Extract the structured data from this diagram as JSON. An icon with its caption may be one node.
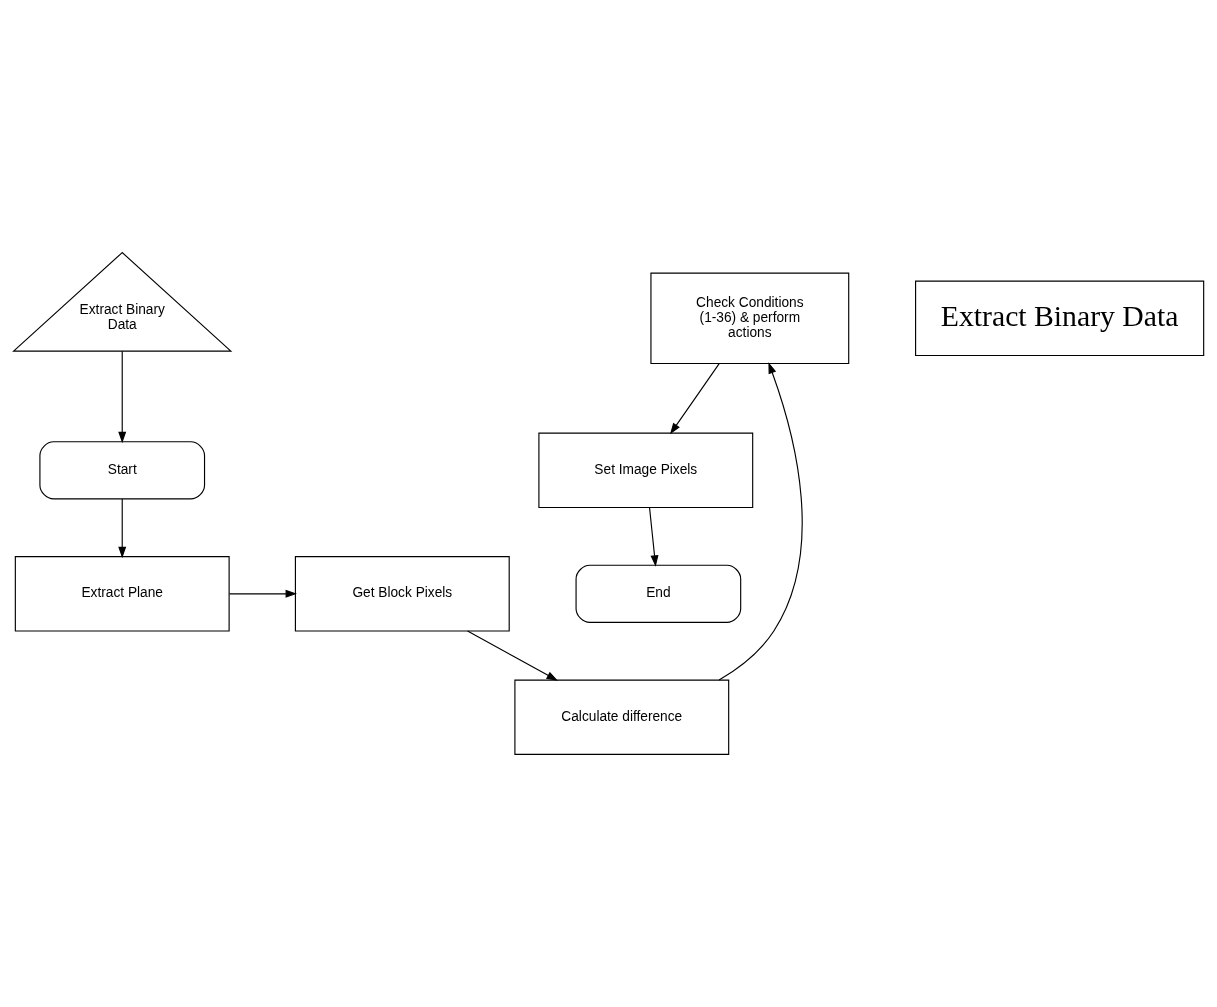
{
  "diagram": {
    "nodes": [
      {
        "text": [
          "Extract Binary Data"
        ]
      },
      {
        "text": [
          "Extract Binary Data"
        ]
      },
      {
        "text": [
          "Check Conditions (1-36) & perform actions"
        ]
      },
      {
        "text": [
          "Start"
        ]
      },
      {
        "text": [
          "Calculate difference"
        ]
      },
      {
        "text": [
          "Extract Plane"
        ]
      },
      {
        "text": [
          "Get Block Pixels"
        ]
      },
      {
        "text": [
          "Set Image Pixels"
        ]
      },
      {
        "text": [
          "End"
        ]
      }
    ],
    "edges": [
      {
        "from": 0,
        "to": 3,
        "arrow": "to"
      },
      {
        "from": 3,
        "to": 5,
        "arrow": "to"
      },
      {
        "from": 5,
        "to": 6,
        "arrow": "to"
      },
      {
        "from": 6,
        "to": 4,
        "arrow": "to"
      },
      {
        "from": 4,
        "to": 2,
        "arrow": "to"
      },
      {
        "from": 2,
        "to": 7,
        "arrow": "to"
      },
      {
        "from": 7,
        "to": 8,
        "arrow": "to"
      }
    ]
  }
}
